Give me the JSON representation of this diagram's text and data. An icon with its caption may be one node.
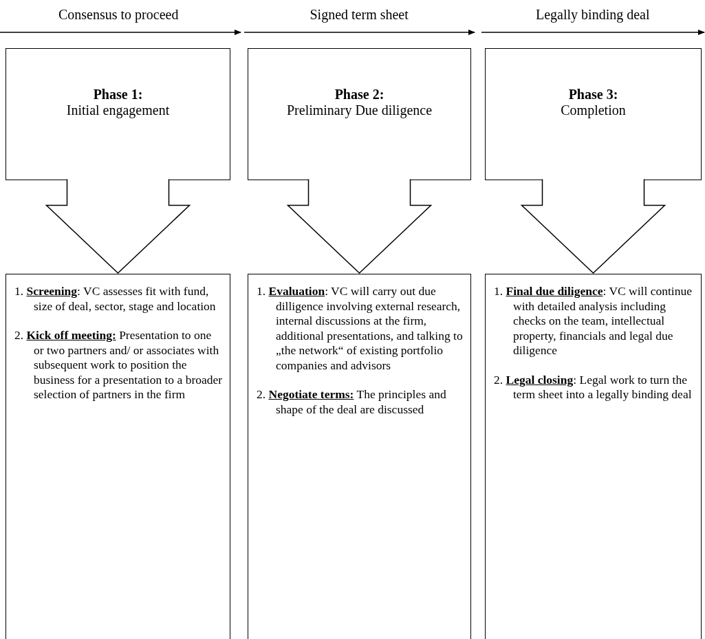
{
  "diagram": {
    "nodes": [
      {
        "text": [
          "Phase 1:",
          "Initial engagement"
        ]
      },
      {
        "text": [
          "Phase 2:",
          "Preliminary Due diligence"
        ]
      },
      {
        "text": [
          "Phase 3:",
          "Completion"
        ]
      },
      {
        "text": [
          "1. **Screening**: VC assesses fit with fund, size of deal, sector, stage and location",
          "2. **Kick off meeting:** Presentation to one or two partners and/ or associates with subsequent work to position the business for a presentation to a broader selection of partners in the firm"
        ]
      },
      {
        "text": [
          "1. **Evaluation**: VC will carry out due dilligence involving external research, internal discussions at the firm, additional presentations, and talking to „the network“ of existing portfolio companies and advisors",
          "2. **Negotiate terms:** The principles and shape of the deal are discussed"
        ]
      },
      {
        "text": [
          "1. **Final due diligence**: VC will continue with detailed analysis including checks on the team, intellectual property, financials and legal due diligence",
          "2. **Legal closing**: Legal work to turn the term sheet into a legally binding deal"
        ]
      }
    ],
    "edges": [
      {
        "from": 0,
        "to": 3,
        "arrow": "to"
      },
      {
        "from": 1,
        "to": 4,
        "arrow": "to"
      },
      {
        "from": 2,
        "to": 5,
        "arrow": "to"
      }
    ],
    "labels": [
      "Consensus to proceed",
      "Signed term sheet",
      "Legally binding deal"
    ]
  }
}
